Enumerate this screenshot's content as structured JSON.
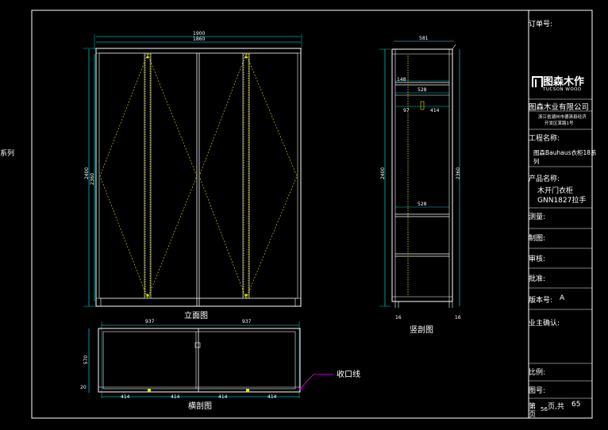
{
  "drawing": {
    "elevation_title": "立面图",
    "section_title": "竖剖图",
    "plan_title": "横剖图",
    "callout_label": "收口线",
    "left_edge_fragment": "系列",
    "dims": {
      "overall_width": "1900",
      "inner_width": "1860",
      "overall_height": "2400",
      "inner_height": "2360",
      "depth_top": "581",
      "section_height_left": "2400",
      "section_height_right": "2360",
      "shelf_gap_1": "148",
      "shelf_w_1": "528",
      "rod_left": "97",
      "rod_right": "414",
      "shelf_w_2": "528",
      "foot_left": "16",
      "foot_right": "16",
      "plan_left": "937",
      "plan_right": "937",
      "plan_depth": "570",
      "plan_seg_1": "414",
      "plan_seg_2": "414",
      "plan_seg_3": "414",
      "plan_seg_4": "414",
      "plan_small": "20"
    }
  },
  "title_block": {
    "order_no_label": "订单号:",
    "logo_text": "图森木作",
    "logo_sub": "TUCSON WOOD",
    "company": "图森木业有限公司",
    "address_line1": "浙江省湖州市德清县经济",
    "address_line2": "开发区某路1号",
    "project_label": "工程名称:",
    "project_value": "图森Bauhaus衣柜18系列",
    "product_label": "产品名称:",
    "product_value_1": "木开门衣柜",
    "product_value_2": "GNN1827拉手",
    "measure_label": "测量:",
    "drafter_label": "制图:",
    "review_label": "审核:",
    "approve_label": "批准:",
    "version_label": "版本号:",
    "version_value": "A",
    "owner_label": "业主确认:",
    "scale_label": "比例:",
    "sheet_label": "图号:",
    "page_prefix": "第",
    "page_mid": "页,共",
    "page_total": "65",
    "page_suffix": "页",
    "page_num": "56"
  },
  "colors": {
    "frame": "#ffffff",
    "furniture": "#ffffff",
    "dimension": "#00ffff",
    "hinge": "#ffff00",
    "hatch_pattern": "#e6e600",
    "callout": "#ff00ff"
  }
}
